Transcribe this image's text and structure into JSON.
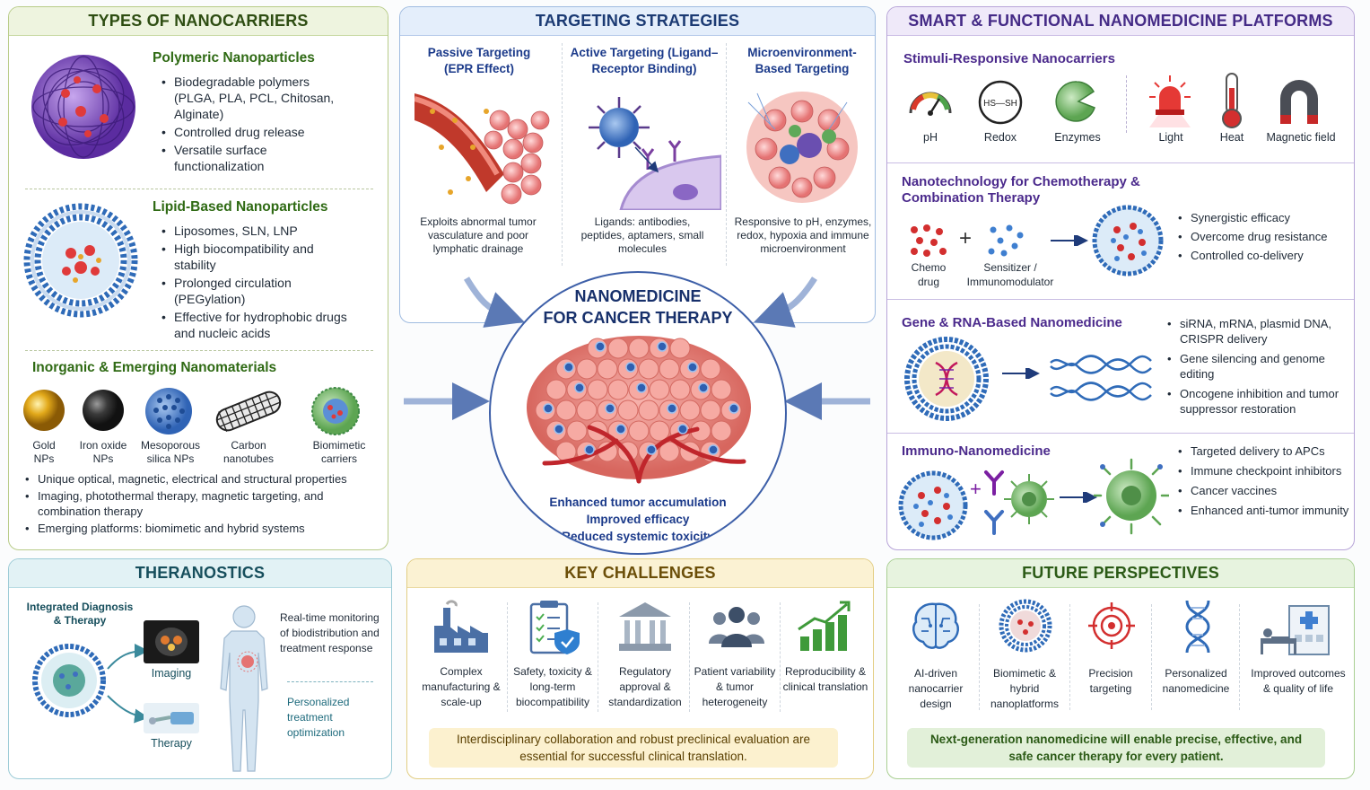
{
  "types": {
    "title": "TYPES OF NANOCARRIERS",
    "polymeric": {
      "title": "Polymeric Nanoparticles",
      "bullets": [
        "Biodegradable polymers (PLGA, PLA, PCL, Chitosan, Alginate)",
        "Controlled drug release",
        "Versatile surface functionalization"
      ]
    },
    "lipid": {
      "title": "Lipid-Based Nanoparticles",
      "bullets": [
        "Liposomes, SLN, LNP",
        "High biocompatibility and stability",
        "Prolonged circulation (PEGylation)",
        "Effective for hydrophobic drugs and nucleic acids"
      ]
    },
    "inorganic": {
      "title": "Inorganic & Emerging Nanomaterials",
      "items": [
        "Gold NPs",
        "Iron oxide NPs",
        "Mesoporous silica NPs",
        "Carbon nanotubes",
        "Biomimetic carriers"
      ],
      "bullets": [
        "Unique optical, magnetic, electrical and structural properties",
        "Imaging, photothermal therapy, magnetic targeting, and combination therapy",
        "Emerging platforms: biomimetic and hybrid systems"
      ]
    }
  },
  "targeting": {
    "title": "TARGETING STRATEGIES",
    "cols": [
      {
        "title": "Passive Targeting (EPR Effect)",
        "desc": "Exploits abnormal tumor vasculature and poor lymphatic drainage"
      },
      {
        "title": "Active Targeting (Ligand–Receptor Binding)",
        "desc": "Ligands: antibodies, peptides, aptamers, small molecules"
      },
      {
        "title": "Microenvironment-Based Targeting",
        "desc": "Responsive to pH, enzymes, redox, hypoxia and immune microenvironment"
      }
    ]
  },
  "center": {
    "title_line1": "NANOMEDICINE",
    "title_line2": "FOR CANCER THERAPY",
    "benefits": [
      "Enhanced tumor accumulation",
      "Improved efficacy",
      "Reduced systemic toxicity"
    ]
  },
  "smart": {
    "title": "SMART & FUNCTIONAL NANOMEDICINE PLATFORMS",
    "stimuli": {
      "title": "Stimuli-Responsive Nanocarriers",
      "items": [
        "pH",
        "Redox",
        "Enzymes",
        "Light",
        "Heat",
        "Magnetic field"
      ],
      "redox_symbol": "HS—SH"
    },
    "chemo": {
      "title": "Nanotechnology for Chemotherapy & Combination Therapy",
      "drug_label": "Chemo drug",
      "sensitizer_label": "Sensitizer / Immunomodulator",
      "plus": "+",
      "bullets": [
        "Synergistic efficacy",
        "Overcome drug resistance",
        "Controlled co-delivery"
      ]
    },
    "gene": {
      "title": "Gene & RNA-Based Nanomedicine",
      "bullets": [
        "siRNA, mRNA, plasmid DNA, CRISPR delivery",
        "Gene silencing and genome editing",
        "Oncogene inhibition and tumor suppressor restoration"
      ]
    },
    "immuno": {
      "title": "Immuno-Nanomedicine",
      "plus": "+",
      "bullets": [
        "Targeted delivery to APCs",
        "Immune checkpoint inhibitors",
        "Cancer vaccines",
        "Enhanced anti-tumor immunity"
      ]
    }
  },
  "theranostics": {
    "title": "THERANOSTICS",
    "subtitle": "Integrated Diagnosis & Therapy",
    "imaging": "Imaging",
    "therapy": "Therapy",
    "monitoring": "Real-time monitoring of biodistribution and treatment response",
    "personalized": "Personalized treatment optimization"
  },
  "challenges": {
    "title": "KEY CHALLENGES",
    "items": [
      "Complex manufacturing & scale-up",
      "Safety, toxicity & long-term biocompatibility",
      "Regulatory approval & standardization",
      "Patient variability & tumor heterogeneity",
      "Reproducibility & clinical translation"
    ],
    "note": "Interdisciplinary collaboration and robust preclinical evaluation are essential for successful clinical translation."
  },
  "future": {
    "title": "FUTURE PERSPECTIVES",
    "items": [
      "AI-driven nanocarrier design",
      "Biomimetic & hybrid nanoplatforms",
      "Precision targeting",
      "Personalized nanomedicine",
      "Improved outcomes & quality of life"
    ],
    "note": "Next-generation nanomedicine will enable precise, effective, and safe cancer therapy for every patient."
  }
}
